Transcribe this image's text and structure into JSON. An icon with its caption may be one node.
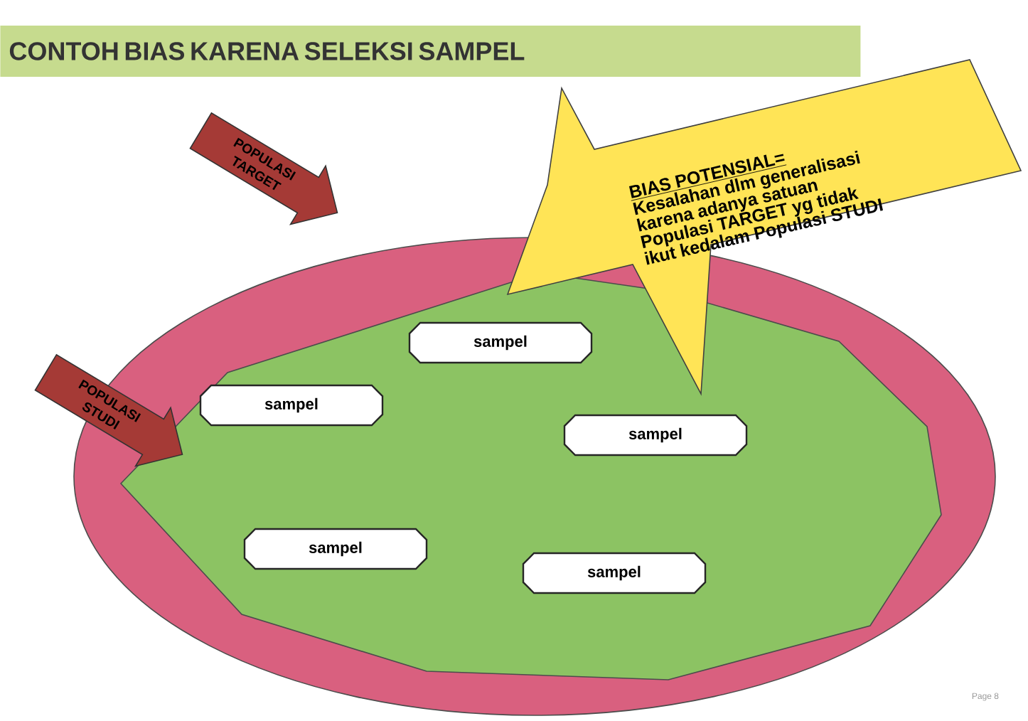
{
  "diagram": {
    "title": "CONTOH BIAS KARENA SELEKSI SAMPEL",
    "nodes": [
      {
        "text": [],
        "shape": "ellipse"
      },
      {
        "text": [],
        "shape": "polygon",
        "in": 0
      },
      {
        "text": [
          "sampel"
        ],
        "in": 1
      },
      {
        "text": [
          "sampel"
        ],
        "in": 1
      },
      {
        "text": [
          "sampel"
        ],
        "in": 1
      },
      {
        "text": [
          "sampel"
        ],
        "in": 1
      },
      {
        "text": [
          "sampel"
        ],
        "in": 1
      },
      {
        "text": [
          "POPULASI TARGET"
        ]
      },
      {
        "text": [
          "POPULASI STUDI"
        ]
      },
      {
        "text": [
          "BIAS POTENSIAL=",
          "Kesalahan dlm generalisasi karena adanya satuan Populasi TARGET yg tidak ikut kedalam Populasi STUDI"
        ]
      }
    ],
    "labels": [
      "Page 8"
    ]
  }
}
